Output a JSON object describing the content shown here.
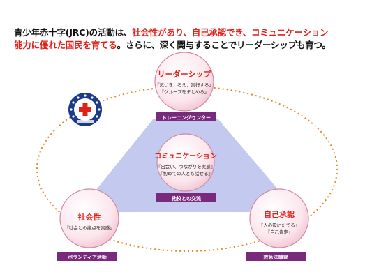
{
  "headline": {
    "part1": "青少年赤十字(JRC)の活動は、",
    "part2": "社会性があり、自己承認でき、コミュニケーション",
    "part3": "能力に優れた国民を育てる",
    "part4": "。さらに、深く関与することでリーダーシップも育つ。"
  },
  "nodes": {
    "top": {
      "title": "リーダーシップ",
      "line1": "『気づき、考え、実行する』",
      "line2": "『グループをまとめる』",
      "label": "トレーニングセンター"
    },
    "center": {
      "title": "コミュニケーション",
      "line1": "『出会い、つながりを実感』",
      "line2": "『初めての人とも話せる』",
      "label": "他校との交流"
    },
    "left": {
      "title": "社会性",
      "line1": "『社会との接点を実感』",
      "label": "ボランティア活動"
    },
    "right": {
      "title": "自己承認",
      "line1": "『人の役にたてる』",
      "line2": "『自己肯定』",
      "label": "救急法講習"
    }
  },
  "colors": {
    "accent_red": "#e0201a",
    "label_purple": "#7a2a7c",
    "triangle_fill": "#b9c0ec",
    "ring_orange": "#e8882a",
    "badge_navy": "#1c3a8a"
  },
  "badge": {
    "icon": "red-cross-emblem-icon"
  }
}
